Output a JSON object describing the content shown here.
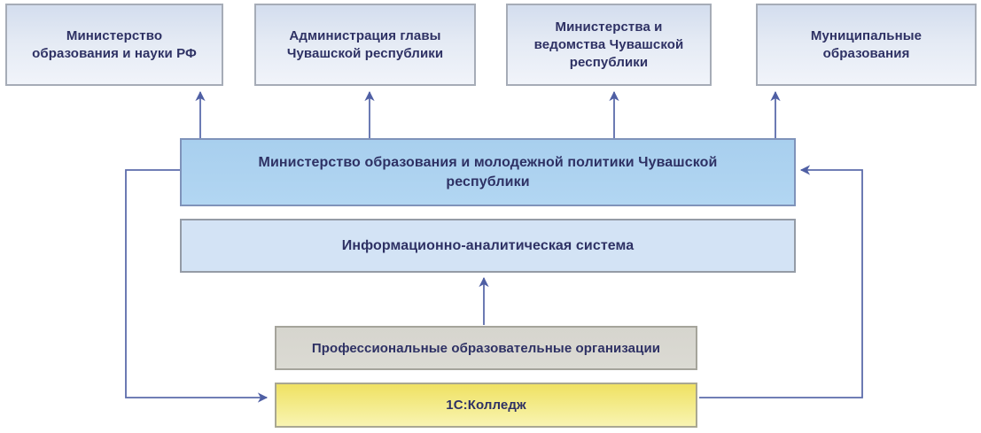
{
  "diagram": {
    "top_boxes": [
      {
        "lines": [
          "Министерство",
          "образования и науки РФ"
        ]
      },
      {
        "lines": [
          "Администрация главы",
          "Чувашской республики"
        ]
      },
      {
        "lines": [
          "Министерства и",
          "ведомства Чувашской",
          "республики"
        ]
      },
      {
        "lines": [
          "Муниципальные",
          "образования"
        ]
      }
    ],
    "ministry_box": {
      "lines": [
        "Министерство образования и молодежной политики Чувашской",
        "республики"
      ]
    },
    "ias_box": {
      "label": "Информационно-аналитическая система"
    },
    "vocational_box": {
      "label": "Профессиональные образовательные организации"
    },
    "college_box": {
      "label": "1С:Колледж"
    },
    "colors": {
      "arrow_line": "#5c6cab",
      "arrowhead": "#4f5fa4",
      "text": "#2e3164",
      "top_box_fill_top": "#d3ddee",
      "top_box_fill_bottom": "#f1f4fa",
      "ministry_fill": "#abd2f0",
      "ias_fill": "#d3e3f5",
      "vocational_fill": "#d8d7d0",
      "college_fill_top": "#efe162",
      "college_fill_bottom": "#f9f4b2"
    }
  }
}
